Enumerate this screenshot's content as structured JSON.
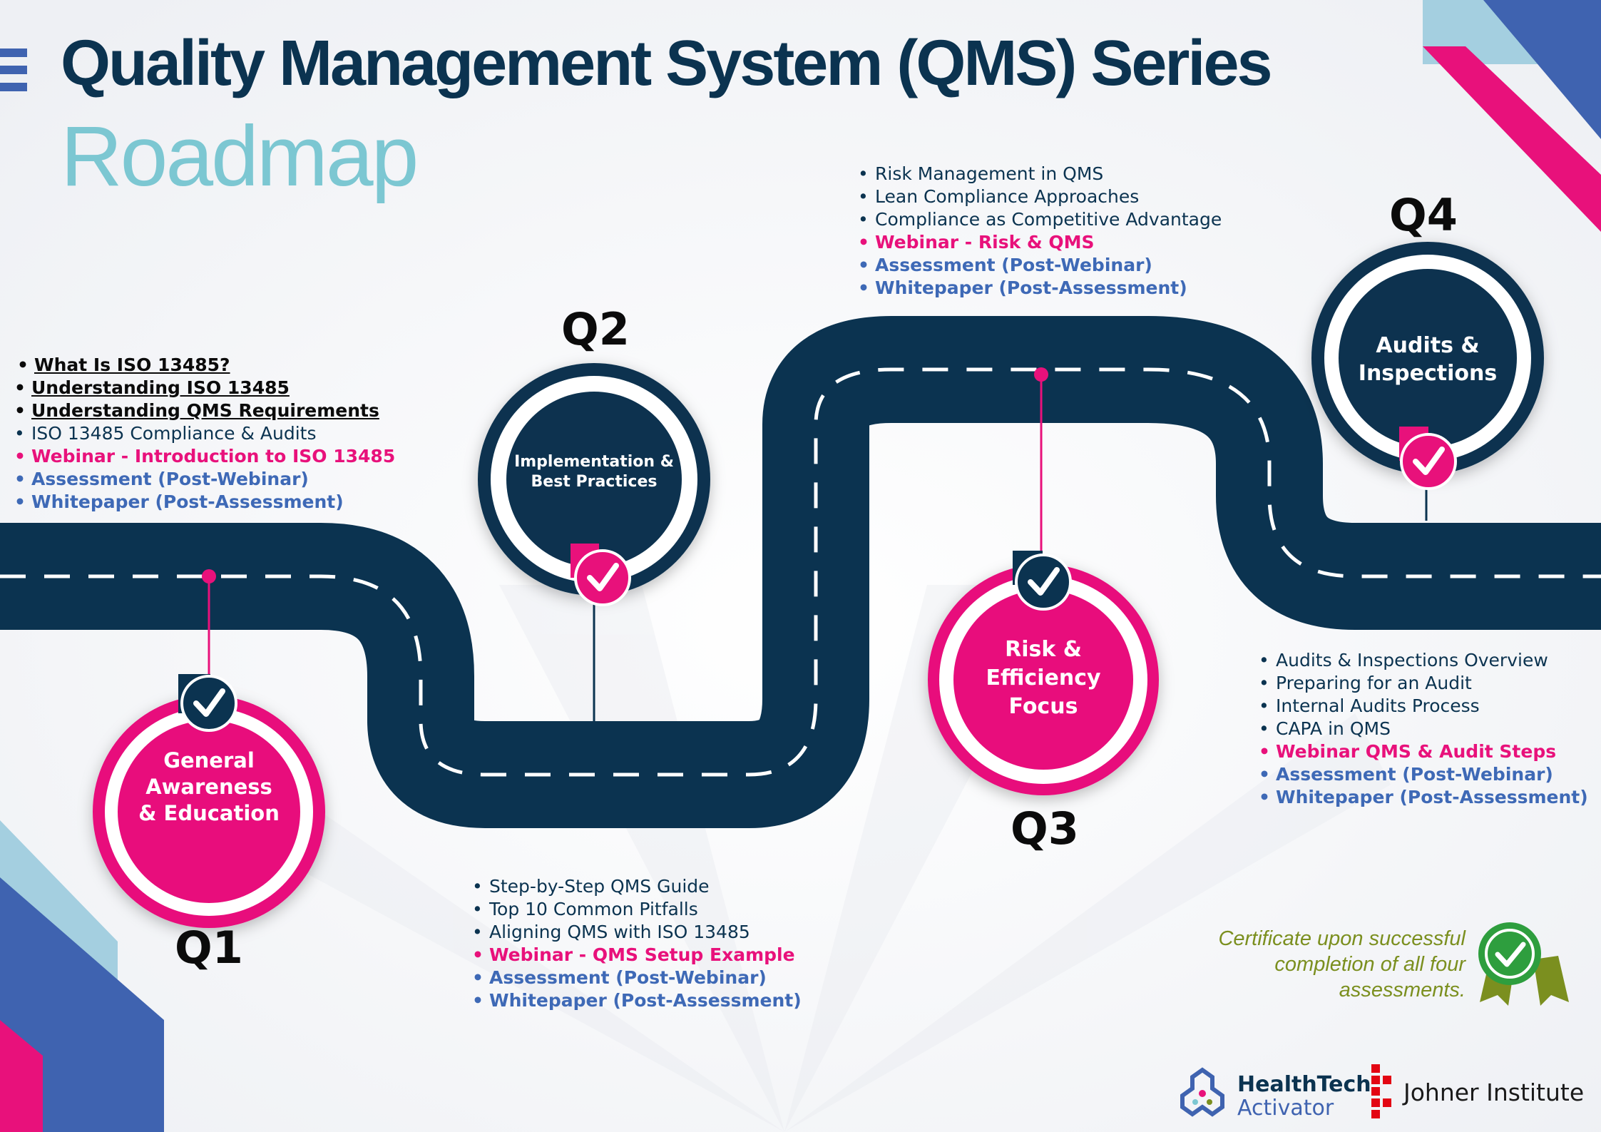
{
  "header": {
    "title": "Quality Management System (QMS) Series",
    "subtitle": "Roadmap"
  },
  "colors": {
    "navy": "#0b3350",
    "pink": "#e8117b",
    "teal": "#7cc7d2",
    "blue": "#3e69b6",
    "olive": "#7b8f1f"
  },
  "stages": [
    {
      "quarter": "Q1",
      "label_lines": [
        "General",
        "Awareness",
        "& Education"
      ],
      "items": [
        {
          "text": "What Is ISO 13485?",
          "style": "link"
        },
        {
          "text": "Understanding ISO 13485",
          "style": "link"
        },
        {
          "text": "Understanding QMS Requirements",
          "style": "link"
        },
        {
          "text": "ISO 13485 Compliance & Audits",
          "style": "normal"
        },
        {
          "text": "Webinar - Introduction to ISO 13485",
          "style": "webinar"
        },
        {
          "text": "Assessment (Post-Webinar)",
          "style": "assessment"
        },
        {
          "text": "Whitepaper (Post-Assessment)",
          "style": "assessment"
        }
      ]
    },
    {
      "quarter": "Q2",
      "label_lines": [
        "Implementation &",
        "Best Practices"
      ],
      "items": [
        {
          "text": "Step-by-Step QMS Guide",
          "style": "normal"
        },
        {
          "text": "Top 10 Common Pitfalls",
          "style": "normal"
        },
        {
          "text": "Aligning QMS with ISO 13485",
          "style": "normal"
        },
        {
          "text": "Webinar - QMS Setup Example",
          "style": "webinar"
        },
        {
          "text": "Assessment (Post-Webinar)",
          "style": "assessment"
        },
        {
          "text": "Whitepaper (Post-Assessment)",
          "style": "assessment"
        }
      ]
    },
    {
      "quarter": "Q3",
      "label_lines": [
        "Risk &",
        "Efficiency",
        "Focus"
      ],
      "items": [
        {
          "text": "Risk Management in QMS",
          "style": "normal"
        },
        {
          "text": "Lean Compliance Approaches",
          "style": "normal"
        },
        {
          "text": "Compliance as Competitive Advantage",
          "style": "normal"
        },
        {
          "text": "Webinar - Risk & QMS",
          "style": "webinar"
        },
        {
          "text": "Assessment (Post-Webinar)",
          "style": "assessment"
        },
        {
          "text": "Whitepaper (Post-Assessment)",
          "style": "assessment"
        }
      ]
    },
    {
      "quarter": "Q4",
      "label_lines": [
        "Audits &",
        "Inspections"
      ],
      "items": [
        {
          "text": "Audits & Inspections Overview",
          "style": "normal"
        },
        {
          "text": "Preparing for an Audit",
          "style": "normal"
        },
        {
          "text": "Internal Audits Process",
          "style": "normal"
        },
        {
          "text": "CAPA in QMS",
          "style": "normal"
        },
        {
          "text": "Webinar QMS & Audit Steps",
          "style": "webinar"
        },
        {
          "text": "Assessment (Post-Webinar)",
          "style": "assessment"
        },
        {
          "text": "Whitepaper (Post-Assessment)",
          "style": "assessment"
        }
      ]
    }
  ],
  "certificate": {
    "lines": [
      "Certificate upon successful",
      "completion of all four",
      "assessments."
    ],
    "icon": "badge-check-icon"
  },
  "logos": {
    "healthtech_line1": "HealthTech",
    "healthtech_line2": "Activator",
    "johner": "Johner Institute"
  }
}
